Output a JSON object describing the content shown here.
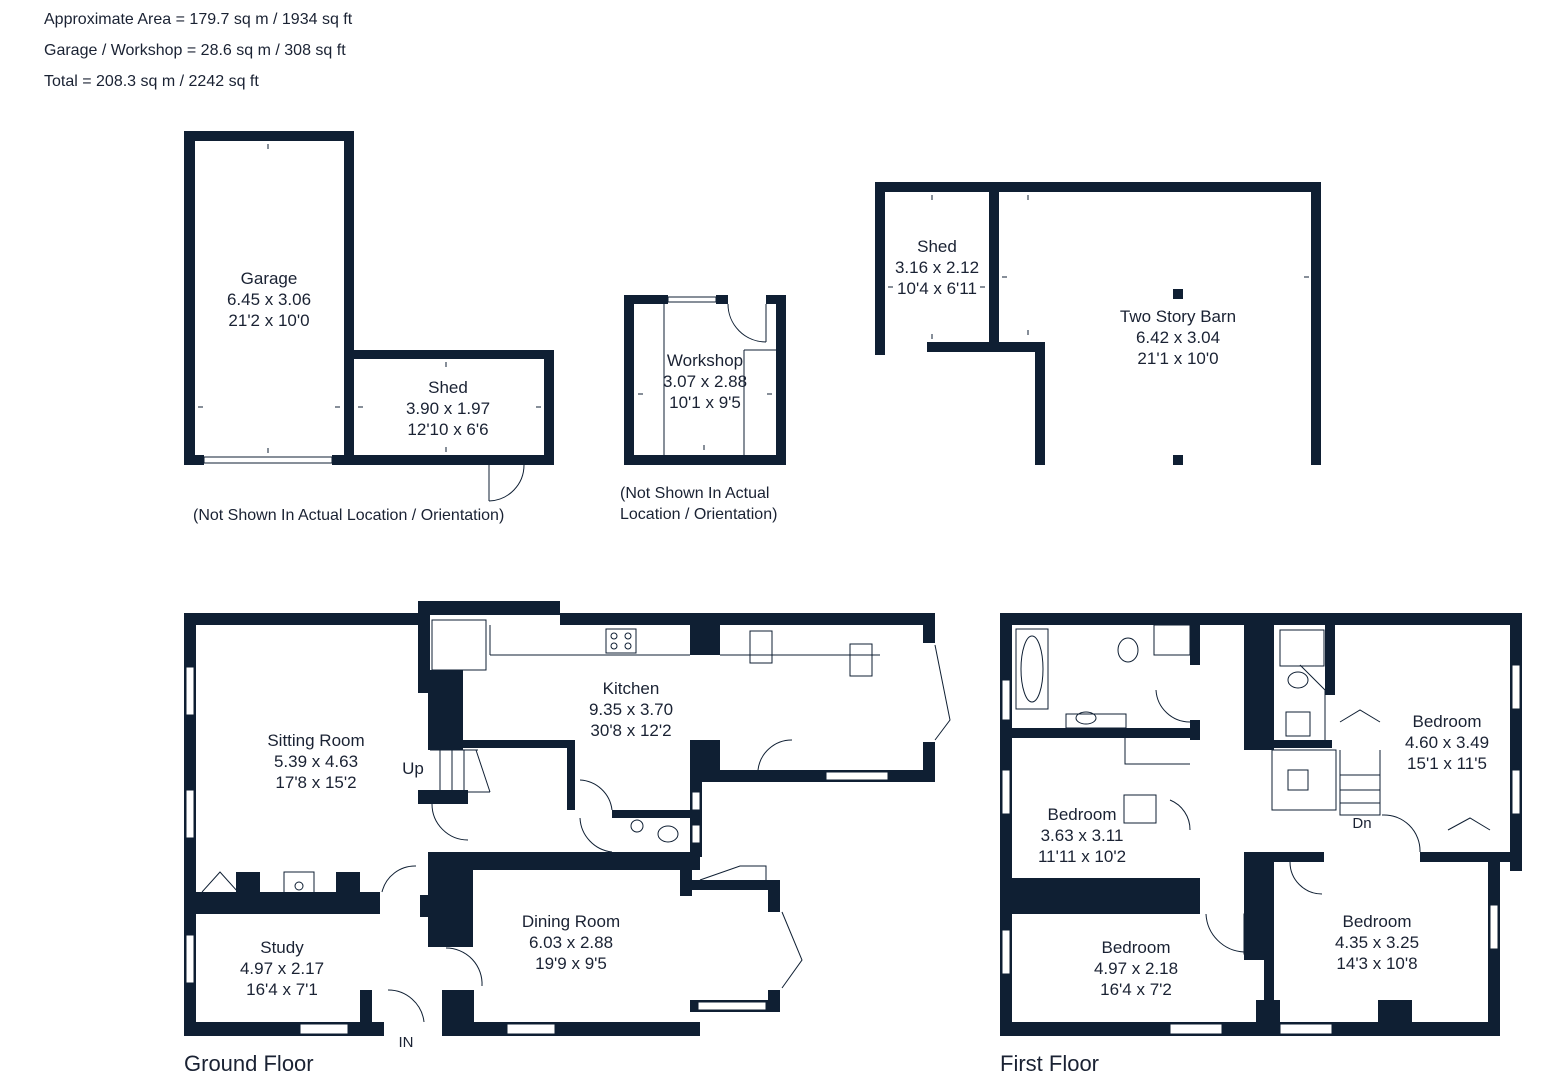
{
  "area_summary": {
    "approx_area": "Approximate Area = 179.7 sq m / 1934 sq ft",
    "garage_workshop": "Garage / Workshop = 28.6 sq m / 308 sq ft",
    "total": "Total = 208.3 sq m / 2242 sq ft"
  },
  "outbuildings": {
    "garage": {
      "name": "Garage",
      "metric": "6.45 x 3.06",
      "imperial": "21'2 x 10'0"
    },
    "garage_shed": {
      "name": "Shed",
      "metric": "3.90 x 1.97",
      "imperial": "12'10 x 6'6"
    },
    "garage_note": "(Not Shown In Actual Location / Orientation)",
    "workshop": {
      "name": "Workshop",
      "metric": "3.07 x 2.88",
      "imperial": "10'1 x 9'5"
    },
    "workshop_note_1": "(Not Shown In Actual",
    "workshop_note_2": "Location / Orientation)",
    "barn_shed": {
      "name": "Shed",
      "metric": "3.16 x 2.12",
      "imperial": "10'4 x 6'11"
    },
    "barn": {
      "name": "Two Story Barn",
      "metric": "6.42 x 3.04",
      "imperial": "21'1 x 10'0"
    }
  },
  "ground_floor": {
    "label": "Ground Floor",
    "sitting_room": {
      "name": "Sitting Room",
      "metric": "5.39 x 4.63",
      "imperial": "17'8 x 15'2"
    },
    "kitchen": {
      "name": "Kitchen",
      "metric": "9.35 x 3.70",
      "imperial": "30'8 x 12'2"
    },
    "dining_room": {
      "name": "Dining Room",
      "metric": "6.03 x 2.88",
      "imperial": "19'9 x 9'5"
    },
    "study": {
      "name": "Study",
      "metric": "4.97 x 2.17",
      "imperial": "16'4 x 7'1"
    },
    "up_label": "Up",
    "in_label": "IN"
  },
  "first_floor": {
    "label": "First Floor",
    "bedroom_ne": {
      "name": "Bedroom",
      "metric": "4.60 x 3.49",
      "imperial": "15'1 x 11'5"
    },
    "bedroom_w": {
      "name": "Bedroom",
      "metric": "3.63 x 3.11",
      "imperial": "11'11 x 10'2"
    },
    "bedroom_sw": {
      "name": "Bedroom",
      "metric": "4.97 x 2.18",
      "imperial": "16'4 x 7'2"
    },
    "bedroom_se": {
      "name": "Bedroom",
      "metric": "4.35 x 3.25",
      "imperial": "14'3 x 10'8"
    },
    "dn_label": "Dn"
  }
}
